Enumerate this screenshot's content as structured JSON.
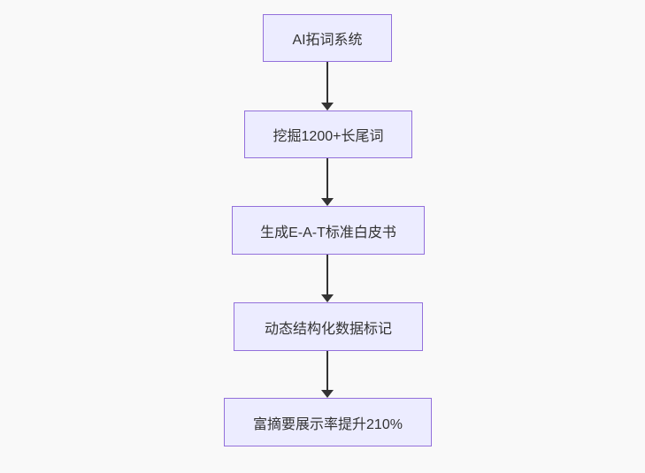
{
  "diagram": {
    "type": "flowchart",
    "direction": "top-down",
    "nodes": [
      {
        "id": "n1",
        "label": "AI拓词系统"
      },
      {
        "id": "n2",
        "label": "挖掘1200+长尾词"
      },
      {
        "id": "n3",
        "label": "生成E-A-T标准白皮书"
      },
      {
        "id": "n4",
        "label": "动态结构化数据标记"
      },
      {
        "id": "n5",
        "label": "富摘要展示率提升210%"
      }
    ],
    "edges": [
      {
        "from": "n1",
        "to": "n2"
      },
      {
        "from": "n2",
        "to": "n3"
      },
      {
        "from": "n3",
        "to": "n4"
      },
      {
        "from": "n4",
        "to": "n5"
      }
    ],
    "colors": {
      "node_fill": "#ececff",
      "node_border": "#9370db",
      "text": "#333333",
      "arrow": "#333333",
      "background": "#f9f9f9"
    }
  }
}
